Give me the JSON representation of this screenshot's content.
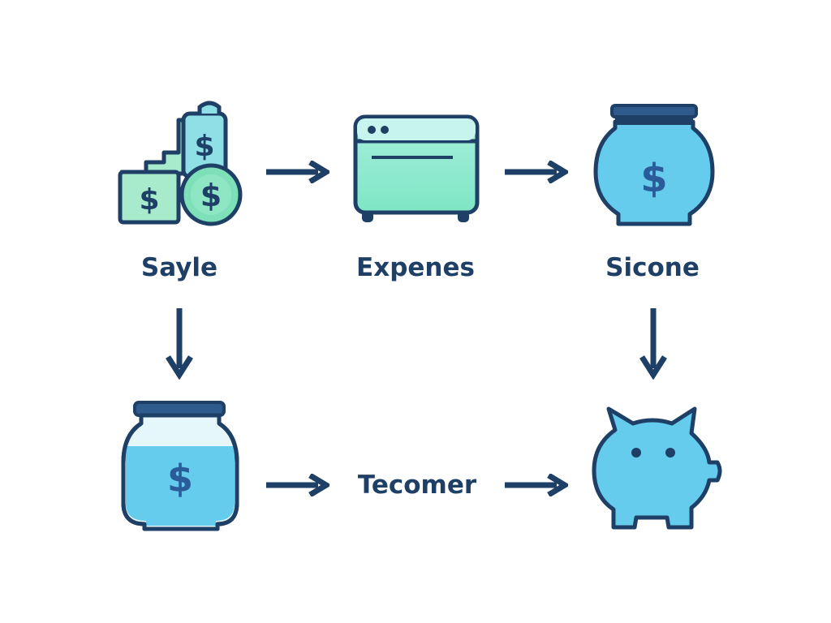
{
  "colors": {
    "outline": "#1e3f66",
    "light_blue": "#66ccee",
    "green": "#7ee0b8",
    "pale_green": "#a8eacc",
    "mint": "#8ee6c4"
  },
  "nodes": {
    "top_left": {
      "label": "Sayle",
      "icon": "money-stack-coin-icon"
    },
    "top_middle": {
      "label": "Expenes",
      "icon": "browser-window-icon"
    },
    "top_right": {
      "label": "Sicone",
      "icon": "money-pot-icon"
    },
    "bottom_left": {
      "icon": "money-jar-icon"
    },
    "bottom_middle": {
      "label": "Tecomer"
    },
    "bottom_right": {
      "icon": "piggy-bank-icon"
    }
  },
  "currency_symbol": "$"
}
